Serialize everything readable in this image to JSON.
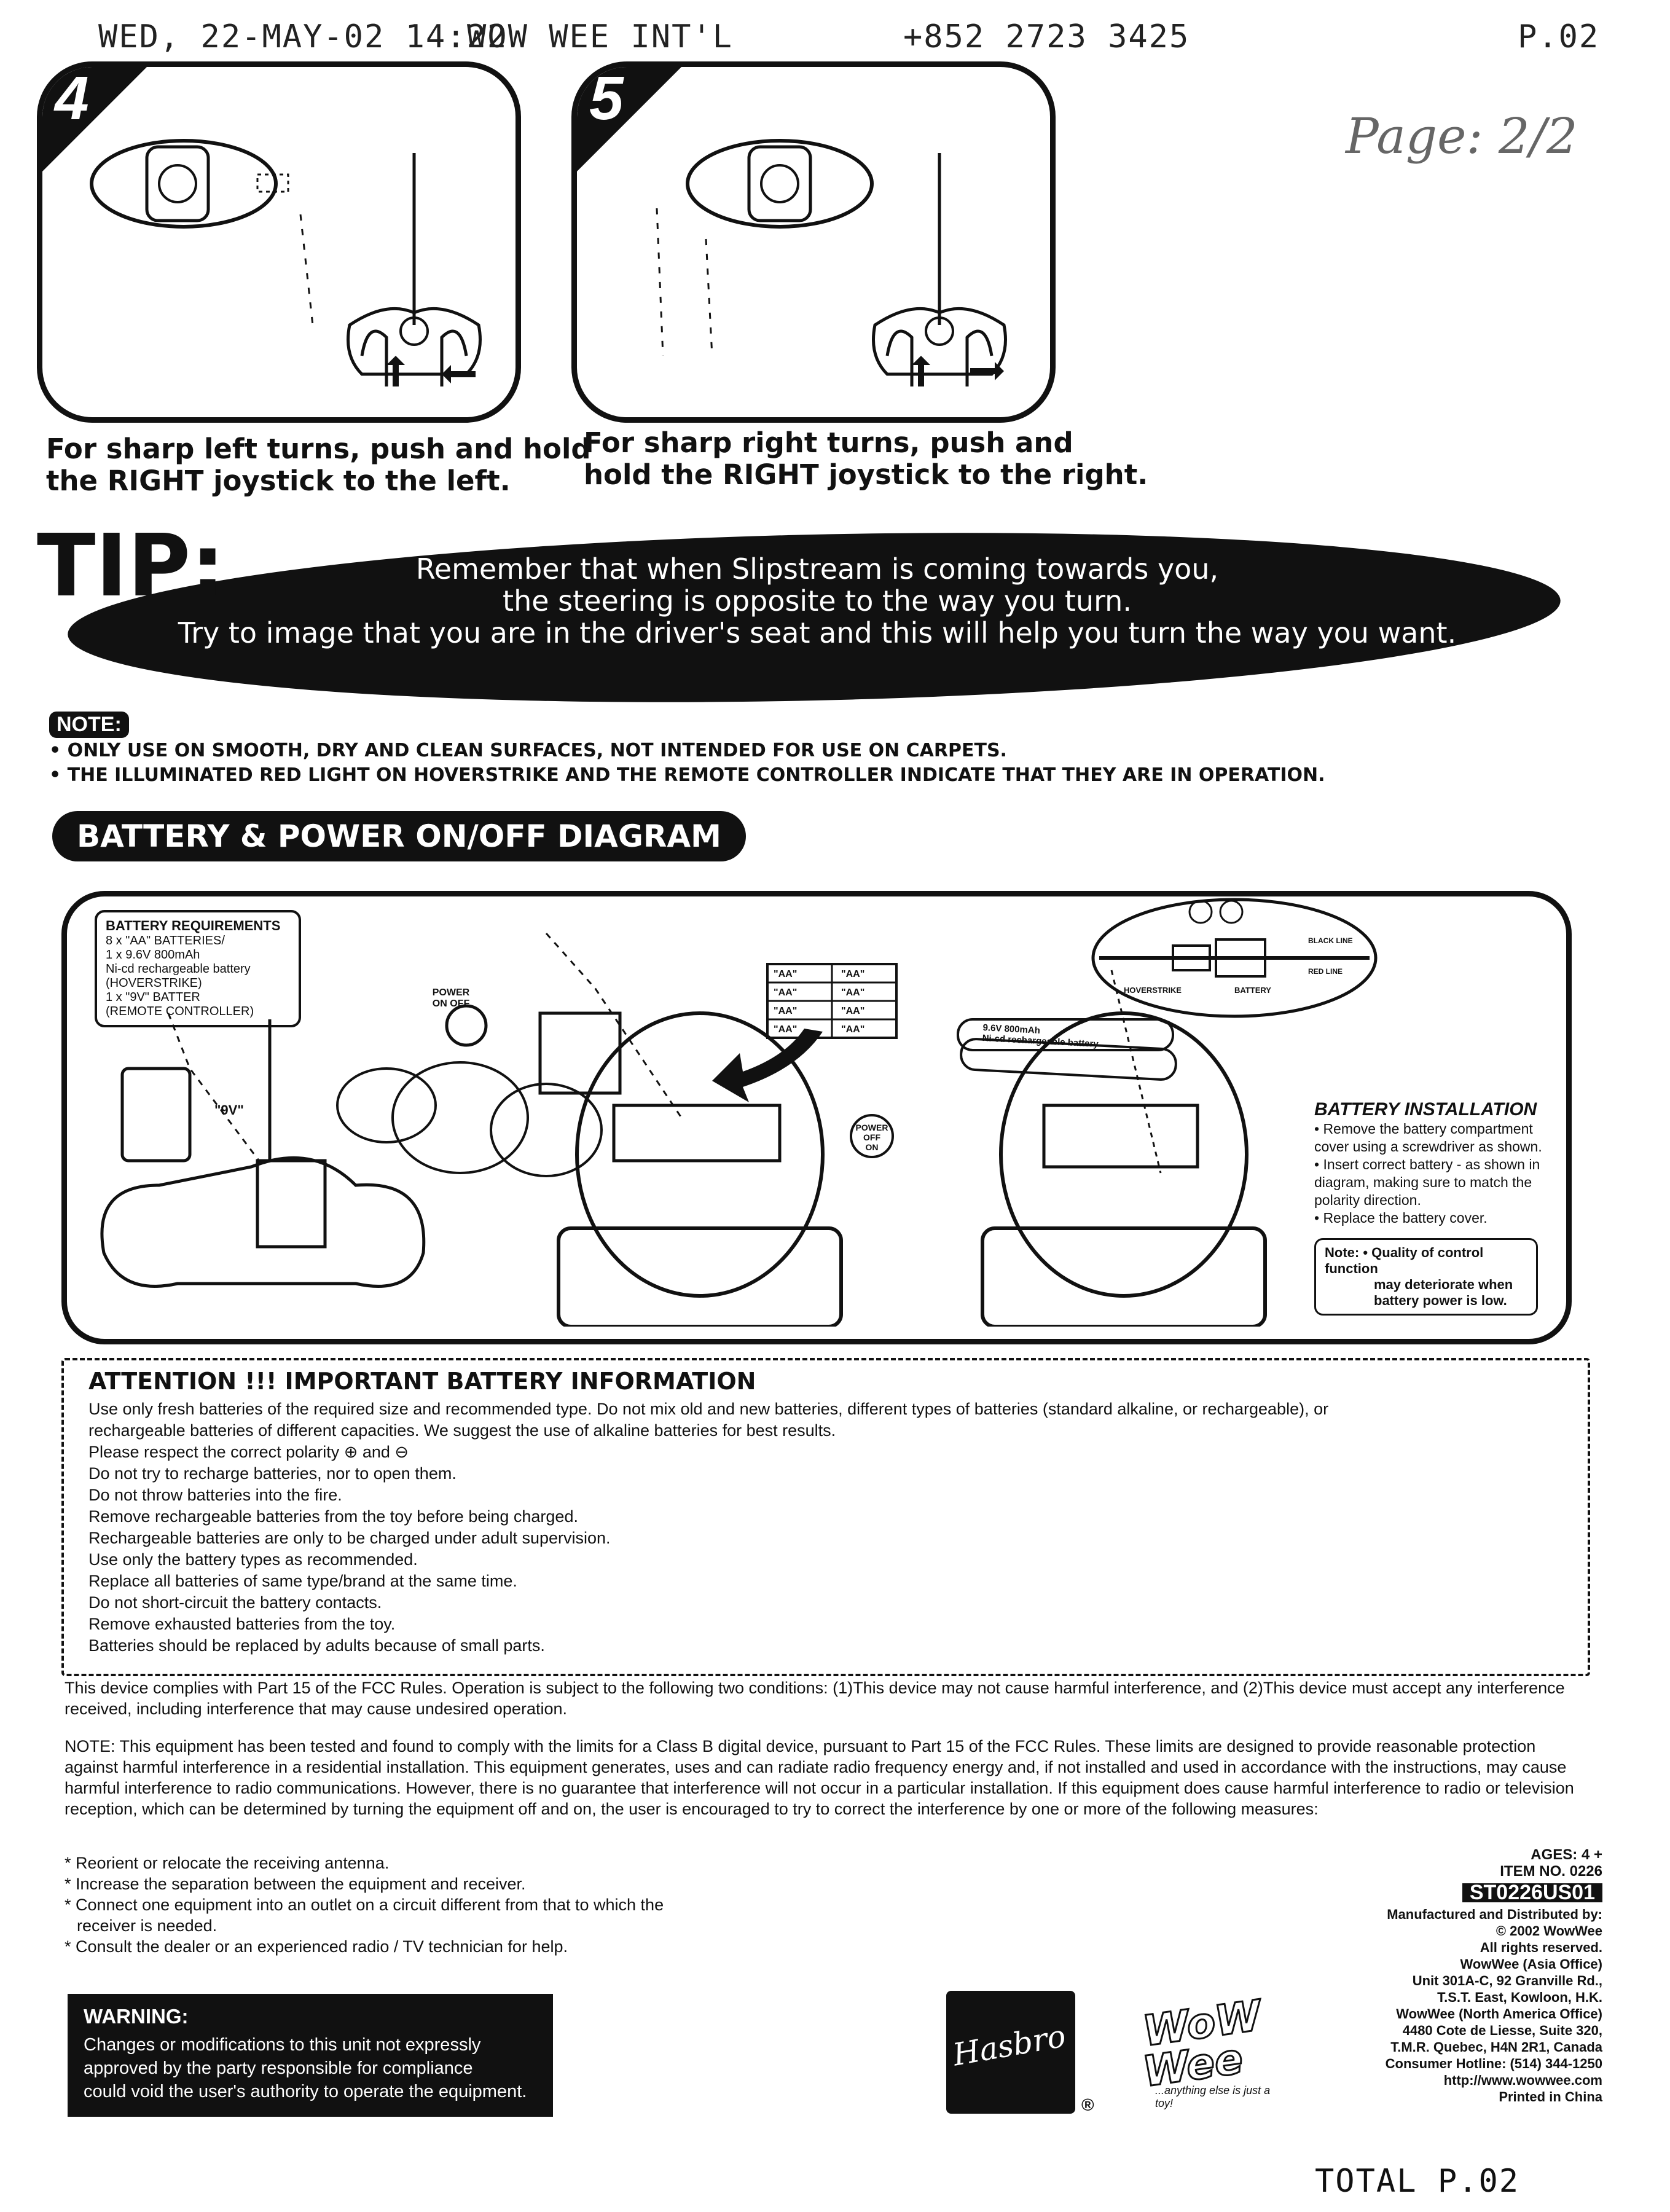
{
  "fax_header": {
    "date": "WED, 22-MAY-02 14:22",
    "company": "WOW WEE INT'L",
    "phone": "+852 2723 3425",
    "page": "P.02"
  },
  "handwritten_note": "Page: 2/2",
  "steps": [
    {
      "number": "4",
      "caption_line1": "For sharp left turns, push and hold",
      "caption_line2": "the RIGHT joystick to the left."
    },
    {
      "number": "5",
      "caption_line1": "For sharp right turns, push and",
      "caption_line2": "hold the RIGHT joystick to the right."
    }
  ],
  "tip": {
    "label": "TIP:",
    "lines": [
      "Remember that when Slipstream is coming towards you,",
      "the steering is opposite to the way you turn.",
      "Try to image that you are in the driver's seat and this will help you turn the way you want."
    ]
  },
  "note": {
    "badge": "NOTE:",
    "items": [
      "• ONLY USE ON SMOOTH, DRY AND CLEAN SURFACES, NOT INTENDED FOR USE ON CARPETS.",
      "• THE ILLUMINATED RED LIGHT ON HOVERSTRIKE AND THE REMOTE CONTROLLER INDICATE THAT THEY ARE IN OPERATION."
    ]
  },
  "battery_banner": "BATTERY & POWER ON/OFF DIAGRAM",
  "battery_requirements": {
    "title": "BATTERY REQUIREMENTS",
    "lines": [
      "8 x \"AA\" BATTERIES/",
      "1 x 9.6V 800mAh",
      "Ni-cd rechargeable battery",
      "(HOVERSTRIKE)",
      "1 x \"9V\" BATTER",
      "(REMOTE CONTROLLER)"
    ]
  },
  "diagram_labels": {
    "power": "POWER",
    "on_off": "ON OFF",
    "off": "OFF",
    "on": "ON",
    "nine_v": "\"9V\"",
    "aa": "\"AA\"",
    "pack_line1": "9.6V 800mAh",
    "pack_line2": "Ni-cd rechargeable battery",
    "black_line": "BLACK LINE",
    "red_line": "RED LINE",
    "hoverstrike": "HOVERSTRIKE",
    "battery": "BATTERY"
  },
  "battery_installation": {
    "title": "BATTERY INSTALLATION",
    "items": [
      "• Remove the battery compartment",
      "  cover using a screwdriver as shown.",
      "• Insert correct battery - as shown in",
      "  diagram, making sure to match the",
      "  polarity direction.",
      "• Replace the battery cover."
    ],
    "note_lines": [
      "Note: • Quality of control function",
      "may deteriorate when",
      "battery power is low."
    ]
  },
  "attention": {
    "title": "ATTENTION !!! IMPORTANT BATTERY INFORMATION",
    "lines": [
      "Use only fresh batteries of the required size and recommended type.  Do not mix old and new batteries, different types of batteries (standard alkaline, or rechargeable), or",
      "rechargeable batteries of different capacities.  We suggest the use of alkaline batteries for best results.",
      "Please respect the correct polarity ⊕ and ⊖",
      "Do not try to recharge batteries, nor to open them.",
      "Do not throw batteries into the fire.",
      "Remove rechargeable batteries from the toy before being charged.",
      "Rechargeable batteries are only to be charged under adult supervision.",
      "Use only the battery types as recommended.",
      "Replace all batteries of same type/brand at the same time.",
      "Do not short-circuit the battery contacts.",
      "Remove exhausted batteries from the toy.",
      "Batteries should be replaced by adults because of small parts."
    ]
  },
  "fcc": {
    "para1": "This device complies with Part 15 of the FCC Rules. Operation is subject to the following two conditions: (1)This device may not cause harmful interference, and (2)This device must accept any interference received, including interference that may cause undesired operation.",
    "para2": "NOTE: This equipment has been tested and found to comply with the limits for a Class B digital device, pursuant to Part 15 of the FCC Rules. These limits are designed to provide reasonable protection against harmful interference in a residential installation. This equipment generates, uses and can radiate radio frequency energy and, if not installed and used in accordance with the instructions, may cause harmful interference to radio communications. However, there is no guarantee that interference will not occur in a particular installation. If this equipment does cause harmful interference to radio or television reception, which can be determined by turning the equipment off and on, the user is encouraged to try to correct the interference by one or more of the following measures:",
    "measures": [
      "* Reorient or relocate the receiving antenna.",
      "* Increase the separation between the equipment and receiver.",
      "* Connect one equipment into an outlet on a circuit different from that to which the",
      "  receiver is needed.",
      "* Consult the dealer or an experienced radio / TV technician for help."
    ]
  },
  "warning": {
    "title": "WARNING:",
    "lines": [
      "Changes or modifications to this unit not expressly",
      "approved by the party responsible for compliance",
      "could void the user's authority to operate the equipment."
    ]
  },
  "logos": {
    "hasbro": "Hasbro",
    "registered": "®",
    "wowwee_line1": "WoW",
    "wowwee_line2": "Wee",
    "wowwee_tagline": "...anything else is just a toy!"
  },
  "manufacturer": {
    "ages": "AGES: 4 +",
    "item": "ITEM NO. 0226",
    "code": "ST0226US01",
    "lines": [
      "Manufactured and Distributed by:",
      "© 2002 WowWee",
      "All rights reserved.",
      "WowWee (Asia Office)",
      "Unit 301A-C, 92 Granville Rd.,",
      "T.S.T. East, Kowloon, H.K.",
      "WowWee (North America Office)",
      "4480 Cote de Liesse, Suite 320,",
      "T.M.R. Quebec, H4N 2R1, Canada",
      "Consumer Hotline: (514) 344-1250",
      "http://www.wowwee.com",
      "Printed in China"
    ]
  },
  "footer": "TOTAL P.02"
}
